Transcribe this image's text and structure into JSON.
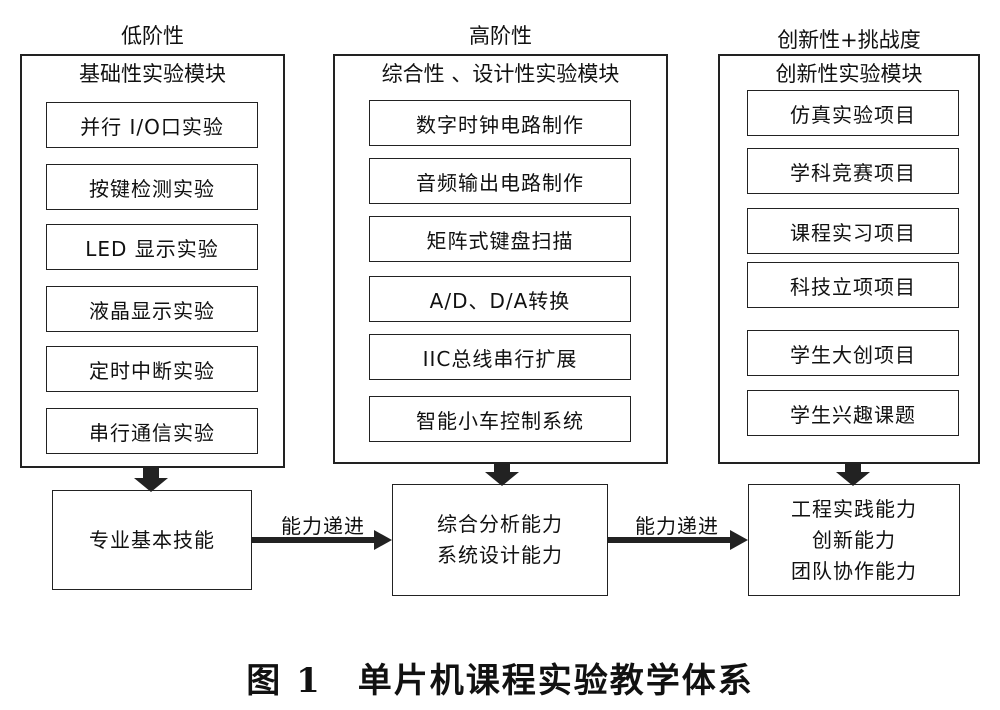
{
  "columns": [
    {
      "label": "低阶性",
      "panel_title": "基础性实验模块",
      "items": [
        "并行 I/O口实验",
        "按键检测实验",
        "LED 显示实验",
        "液晶显示实验",
        "定时中断实验",
        "串行通信实验"
      ]
    },
    {
      "label": "高阶性",
      "panel_title": "综合性 、设计性实验模块",
      "items": [
        "数字时钟电路制作",
        "音频输出电路制作",
        "矩阵式键盘扫描",
        "A/D、D/A转换",
        "IIC总线串行扩展",
        "智能小车控制系统"
      ]
    },
    {
      "label": "创新性+挑战度",
      "panel_title": "创新性实验模块",
      "items": [
        "仿真实验项目",
        "学科竞赛项目",
        "课程实习项目",
        "科技立项项目",
        "学生大创项目",
        "学生兴趣课题"
      ]
    }
  ],
  "results": [
    {
      "lines": [
        "专业基本技能"
      ]
    },
    {
      "lines": [
        "综合分析能力",
        "系统设计能力"
      ]
    },
    {
      "lines": [
        "工程实践能力",
        "创新能力",
        "团队协作能力"
      ]
    }
  ],
  "arrow_labels": [
    "能力递进",
    "能力递进"
  ],
  "caption": "图 1　单片机课程实验教学体系",
  "colors": {
    "line": "#222222",
    "background": "#ffffff",
    "text": "#111111"
  }
}
